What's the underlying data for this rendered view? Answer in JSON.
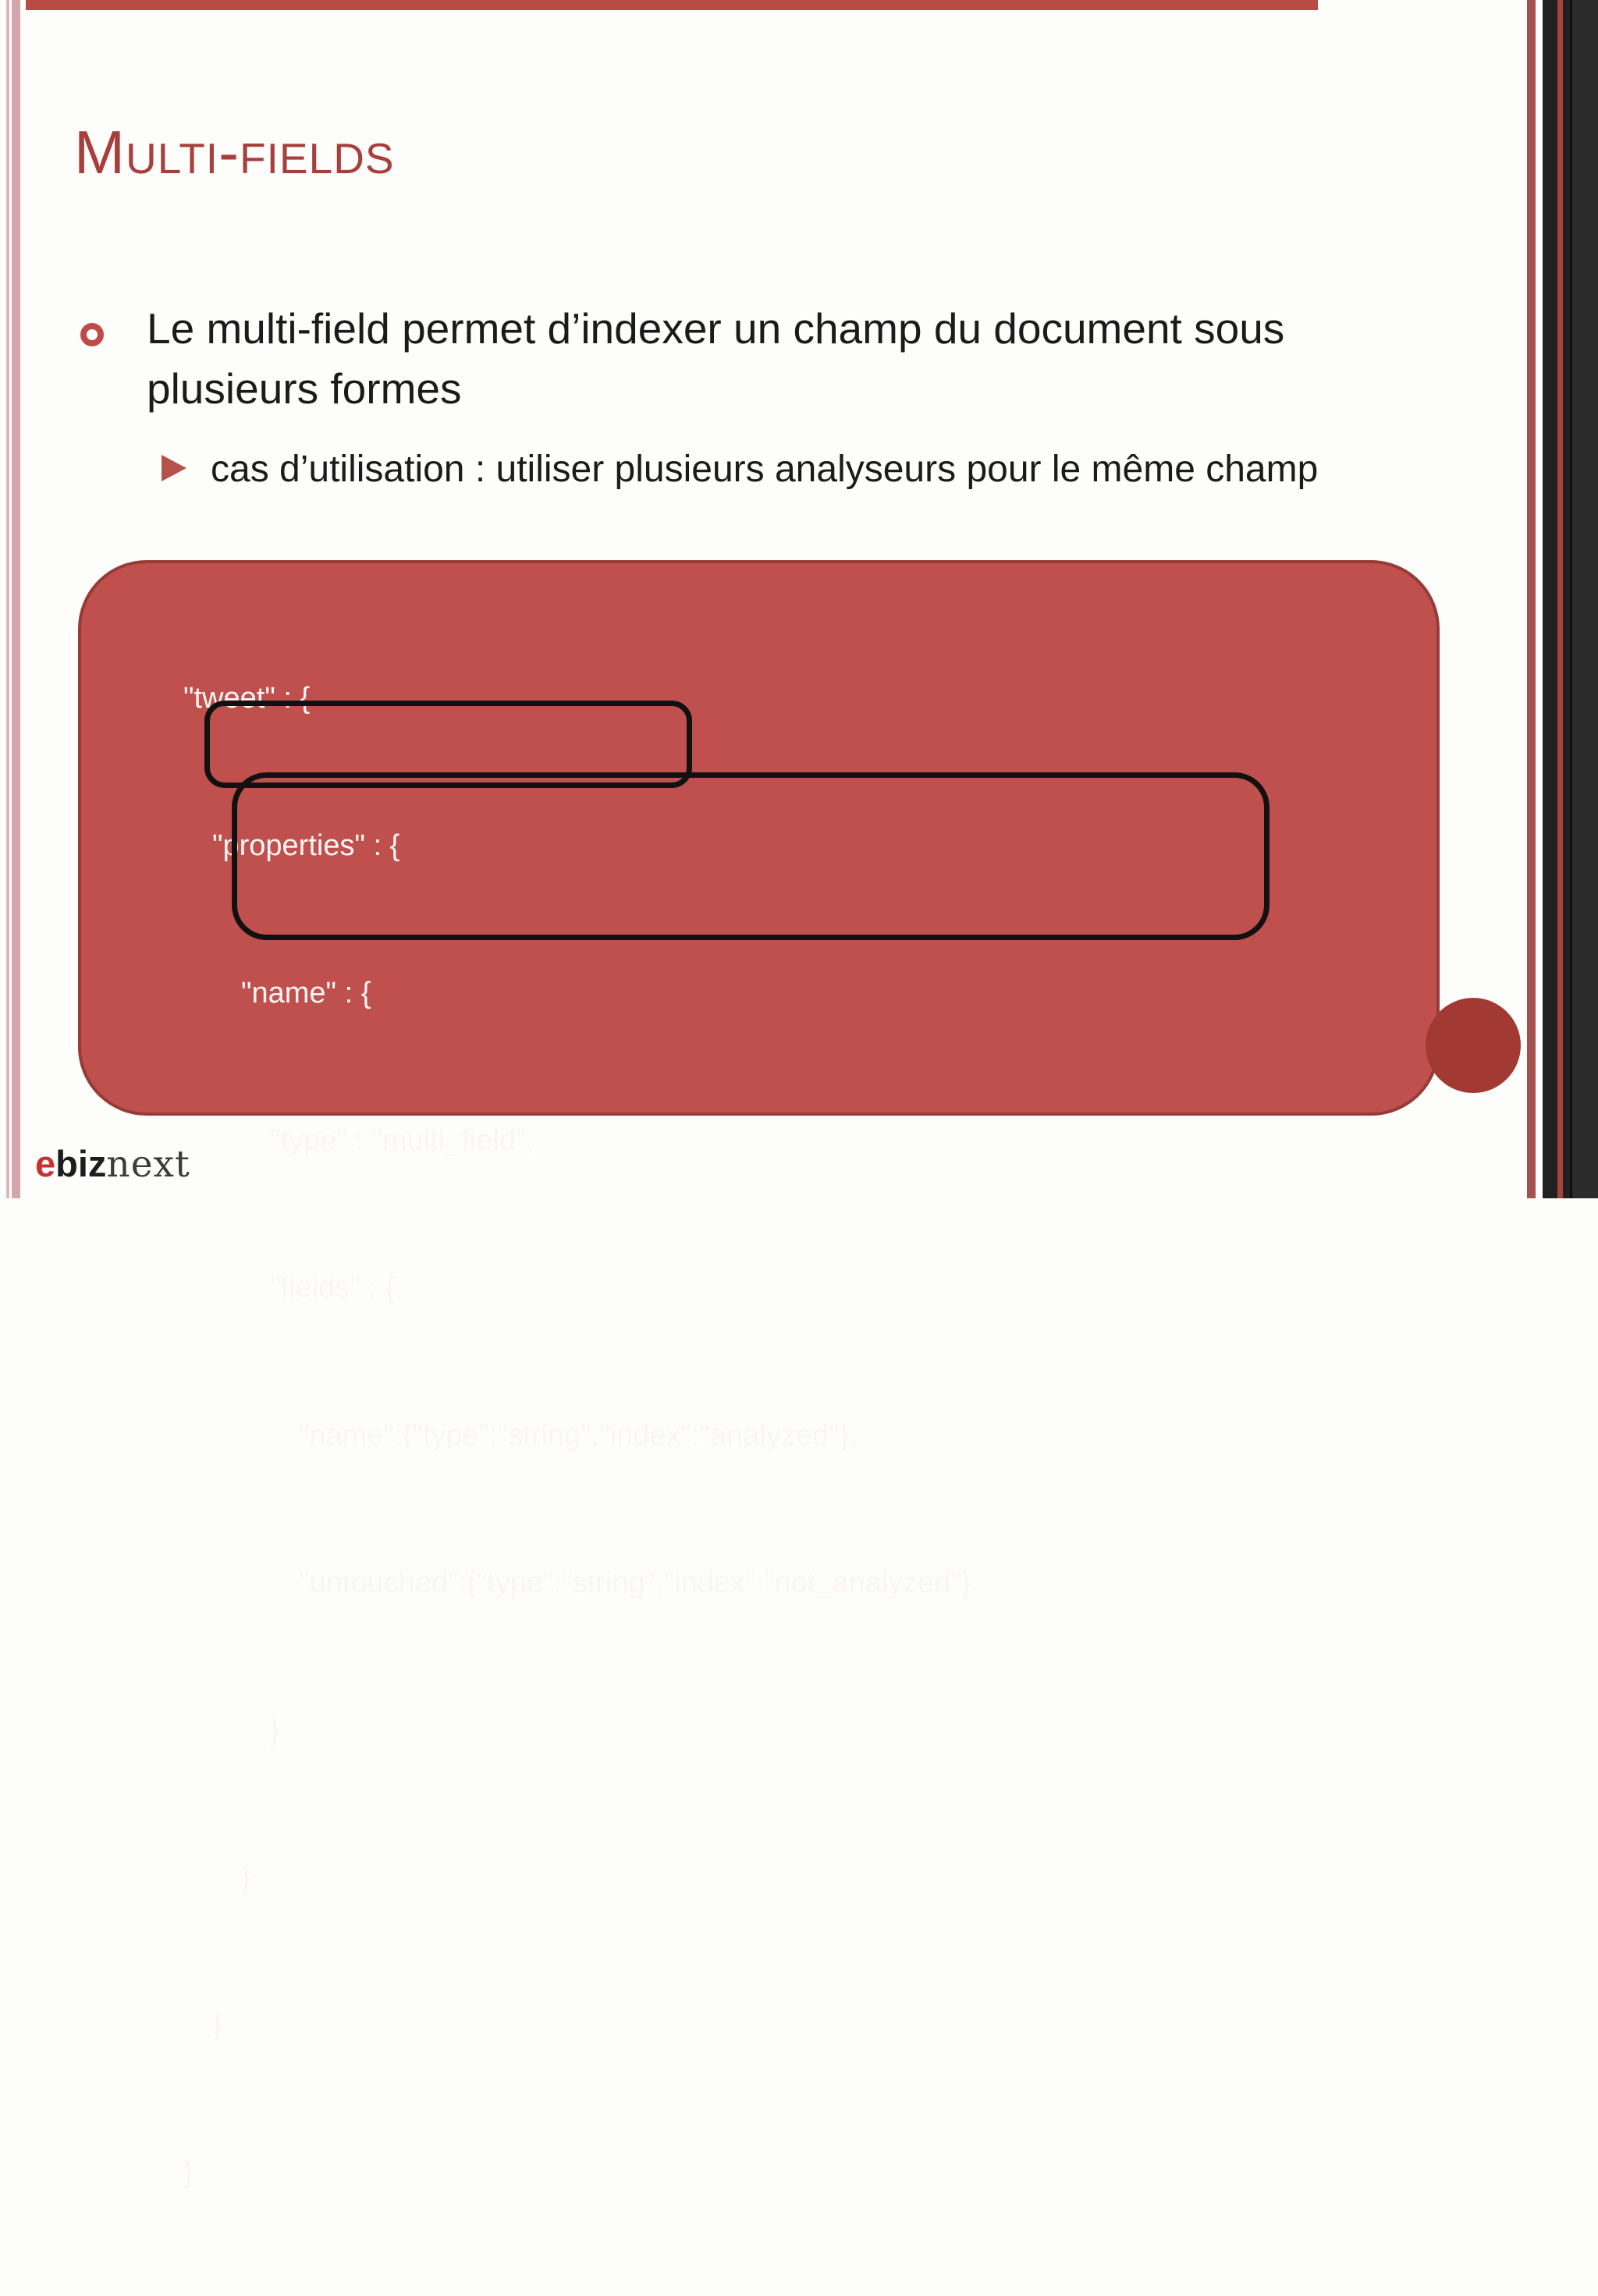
{
  "slide": {
    "title": "Multi-fields",
    "bullets": {
      "main": "Le multi-field permet d’indexer un champ du document sous plusieurs formes",
      "sub": "cas d’utilisation : utiliser plusieurs analyseurs pour le même champ"
    },
    "code_block": {
      "lines": [
        {
          "text": "\"tweet\" : {",
          "indent": 0
        },
        {
          "text": "\"properties\" : {",
          "indent": 1
        },
        {
          "text": "\"name\" : {",
          "indent": 2
        },
        {
          "text": "\"type\" : \"multi_field\",",
          "indent": 3
        },
        {
          "text": "\"fields\" : {",
          "indent": 3
        },
        {
          "text": "\"name\":{\"type\":\"string\",\"index\":\"analyzed\"},",
          "indent": 4
        },
        {
          "text": "\"untouched\":{\"type\":\"string\",\"index\":\"not_analyzed\"}",
          "indent": 4
        },
        {
          "text": "}",
          "indent": 3
        },
        {
          "text": "}",
          "indent": 2
        },
        {
          "text": "}",
          "indent": 1
        },
        {
          "text": "}",
          "indent": 0
        }
      ]
    }
  },
  "logo": {
    "part1": "e",
    "part2": "biz",
    "part3": "next"
  },
  "colors": {
    "code_box_bg": "#c0504d",
    "code_box_border": "#963b36",
    "annotation_border": "#111111",
    "accent_circle": "#a23a33",
    "title_red": "#a7403d",
    "bullet_accent": "#bf4b46",
    "top_bar": "#b84b46",
    "left_lines_pink": "#d2a6ab",
    "right_panel_black": "#212121",
    "code_text": "#fbf6f4"
  }
}
